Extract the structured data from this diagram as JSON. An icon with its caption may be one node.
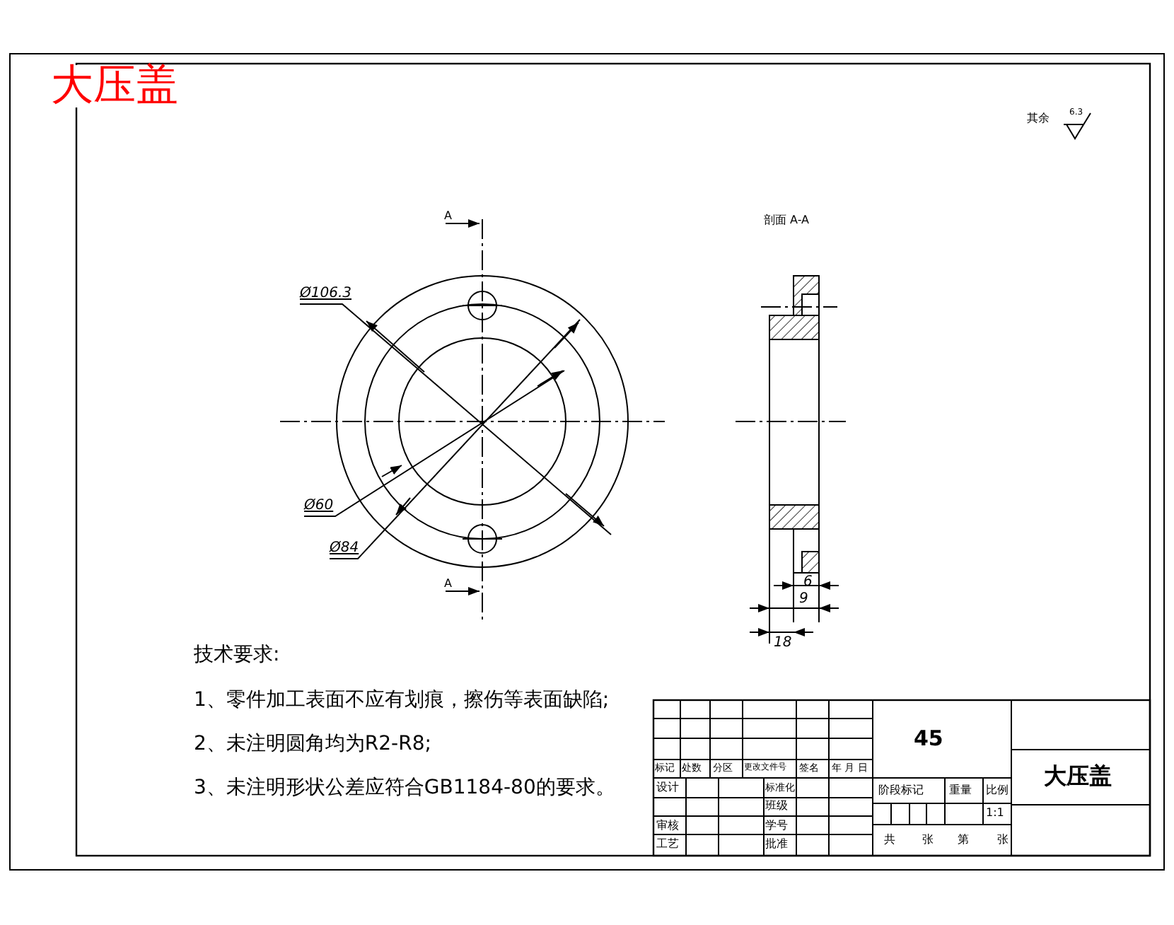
{
  "diagram": {
    "title": "大压盖",
    "labels": [
      "其余",
      "6.3",
      "A",
      "剖面 A-A",
      "Ø106.3",
      "Ø60",
      "Ø84",
      "A",
      "6",
      "9",
      "18",
      "技术要求:",
      "1、零件加工表面不应有划痕，擦伤等表面缺陷;",
      "2、未注明圆角均为R2-R8;",
      "3、未注明形状公差应符合GB1184-80的要求。",
      "标记",
      "处数",
      "分区",
      "更改文件号",
      "签名",
      "年 月 日",
      "45",
      "大压盖",
      "设计",
      "标准化",
      "阶段标记",
      "重量",
      "比例",
      "班级",
      "1:1",
      "审核",
      "学号",
      "工艺",
      "批准",
      "共",
      "张",
      "第",
      "张"
    ]
  }
}
